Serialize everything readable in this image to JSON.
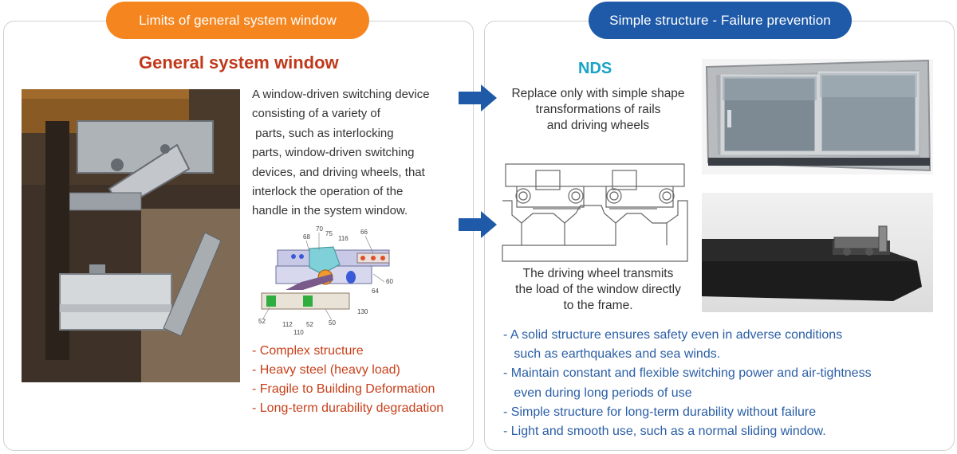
{
  "left": {
    "pill_label": "Limits of general system window",
    "heading": "General system window",
    "description_lines": [
      "A window-driven switching device",
      "consisting of a variety of",
      " parts, such as interlocking",
      "parts, window-driven switching",
      "devices, and driving wheels, that",
      "interlock the operation of the",
      "handle in the system window."
    ],
    "limits": [
      "- Complex structure",
      "- Heavy steel (heavy load)",
      "- Fragile to Building Deformation",
      "- Long-term durability degradation"
    ],
    "parts_labels": [
      "68",
      "70",
      "75",
      "116",
      "66",
      "60",
      "64",
      "130",
      "52",
      "112",
      "110",
      "52",
      "50"
    ]
  },
  "right": {
    "pill_label": "Simple structure  - Failure prevention",
    "heading": "NDS",
    "replace_lines": [
      "Replace only with simple shape",
      "transformations of rails",
      "and driving wheels"
    ],
    "wheel_lines": [
      "The driving wheel transmits",
      "the load of the window directly",
      "to the frame."
    ],
    "benefits": [
      "- A solid structure ensures safety even in adverse conditions",
      "   such as earthquakes and sea winds.",
      "- Maintain constant and flexible switching power and air-tightness",
      "   even during long periods of use",
      "- Simple structure for long-term durability without failure",
      "- Light and smooth use, such as a normal sliding window."
    ]
  },
  "colors": {
    "orange": "#f5861f",
    "blue": "#1e5aa8",
    "red_heading": "#c0391b",
    "red_text": "#c8401a",
    "nds": "#1aa3c8",
    "blue_text": "#2a5ea6"
  }
}
